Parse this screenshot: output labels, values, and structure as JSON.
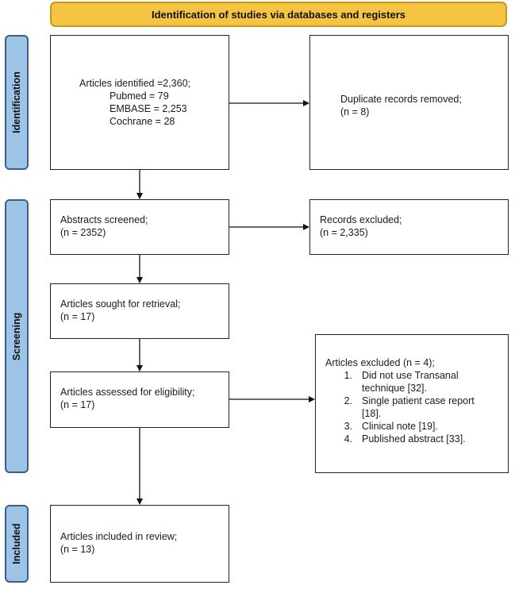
{
  "header": {
    "title": "Identification of studies via databases and registers"
  },
  "phases": {
    "identification": "Identification",
    "screening": "Screening",
    "included": "Included"
  },
  "boxes": {
    "identified": {
      "line1": "Articles identified =2,360;",
      "pubmed": "Pubmed = 79",
      "embase": "EMBASE = 2,253",
      "cochrane": "Cochrane = 28"
    },
    "duplicates": {
      "label": "Duplicate records removed;",
      "count": "(n = 8)"
    },
    "screened": {
      "label": "Abstracts screened;",
      "count": "(n = 2352)"
    },
    "records_excluded": {
      "label": "Records excluded;",
      "count": "(n = 2,335)"
    },
    "sought": {
      "label": "Articles sought for retrieval;",
      "count": "(n = 17)"
    },
    "assessed": {
      "label": "Articles assessed for eligibility;",
      "count": "(n = 17)"
    },
    "articles_excluded": {
      "label": "Articles excluded (n = 4);",
      "reasons": [
        {
          "num": "1.",
          "text": "Did not use Transanal technique [32]."
        },
        {
          "num": "2.",
          "text": "Single patient case report [18]."
        },
        {
          "num": "3.",
          "text": "Clinical note [19]."
        },
        {
          "num": "4.",
          "text": "Published abstract [33]."
        }
      ]
    },
    "included": {
      "label": "Articles included in review;",
      "count": "(n = 13)"
    }
  },
  "colors": {
    "header_fill": "#f6c443",
    "header_border": "#c89a16",
    "phase_fill": "#9dc3e6",
    "phase_border": "#3b5f86"
  }
}
